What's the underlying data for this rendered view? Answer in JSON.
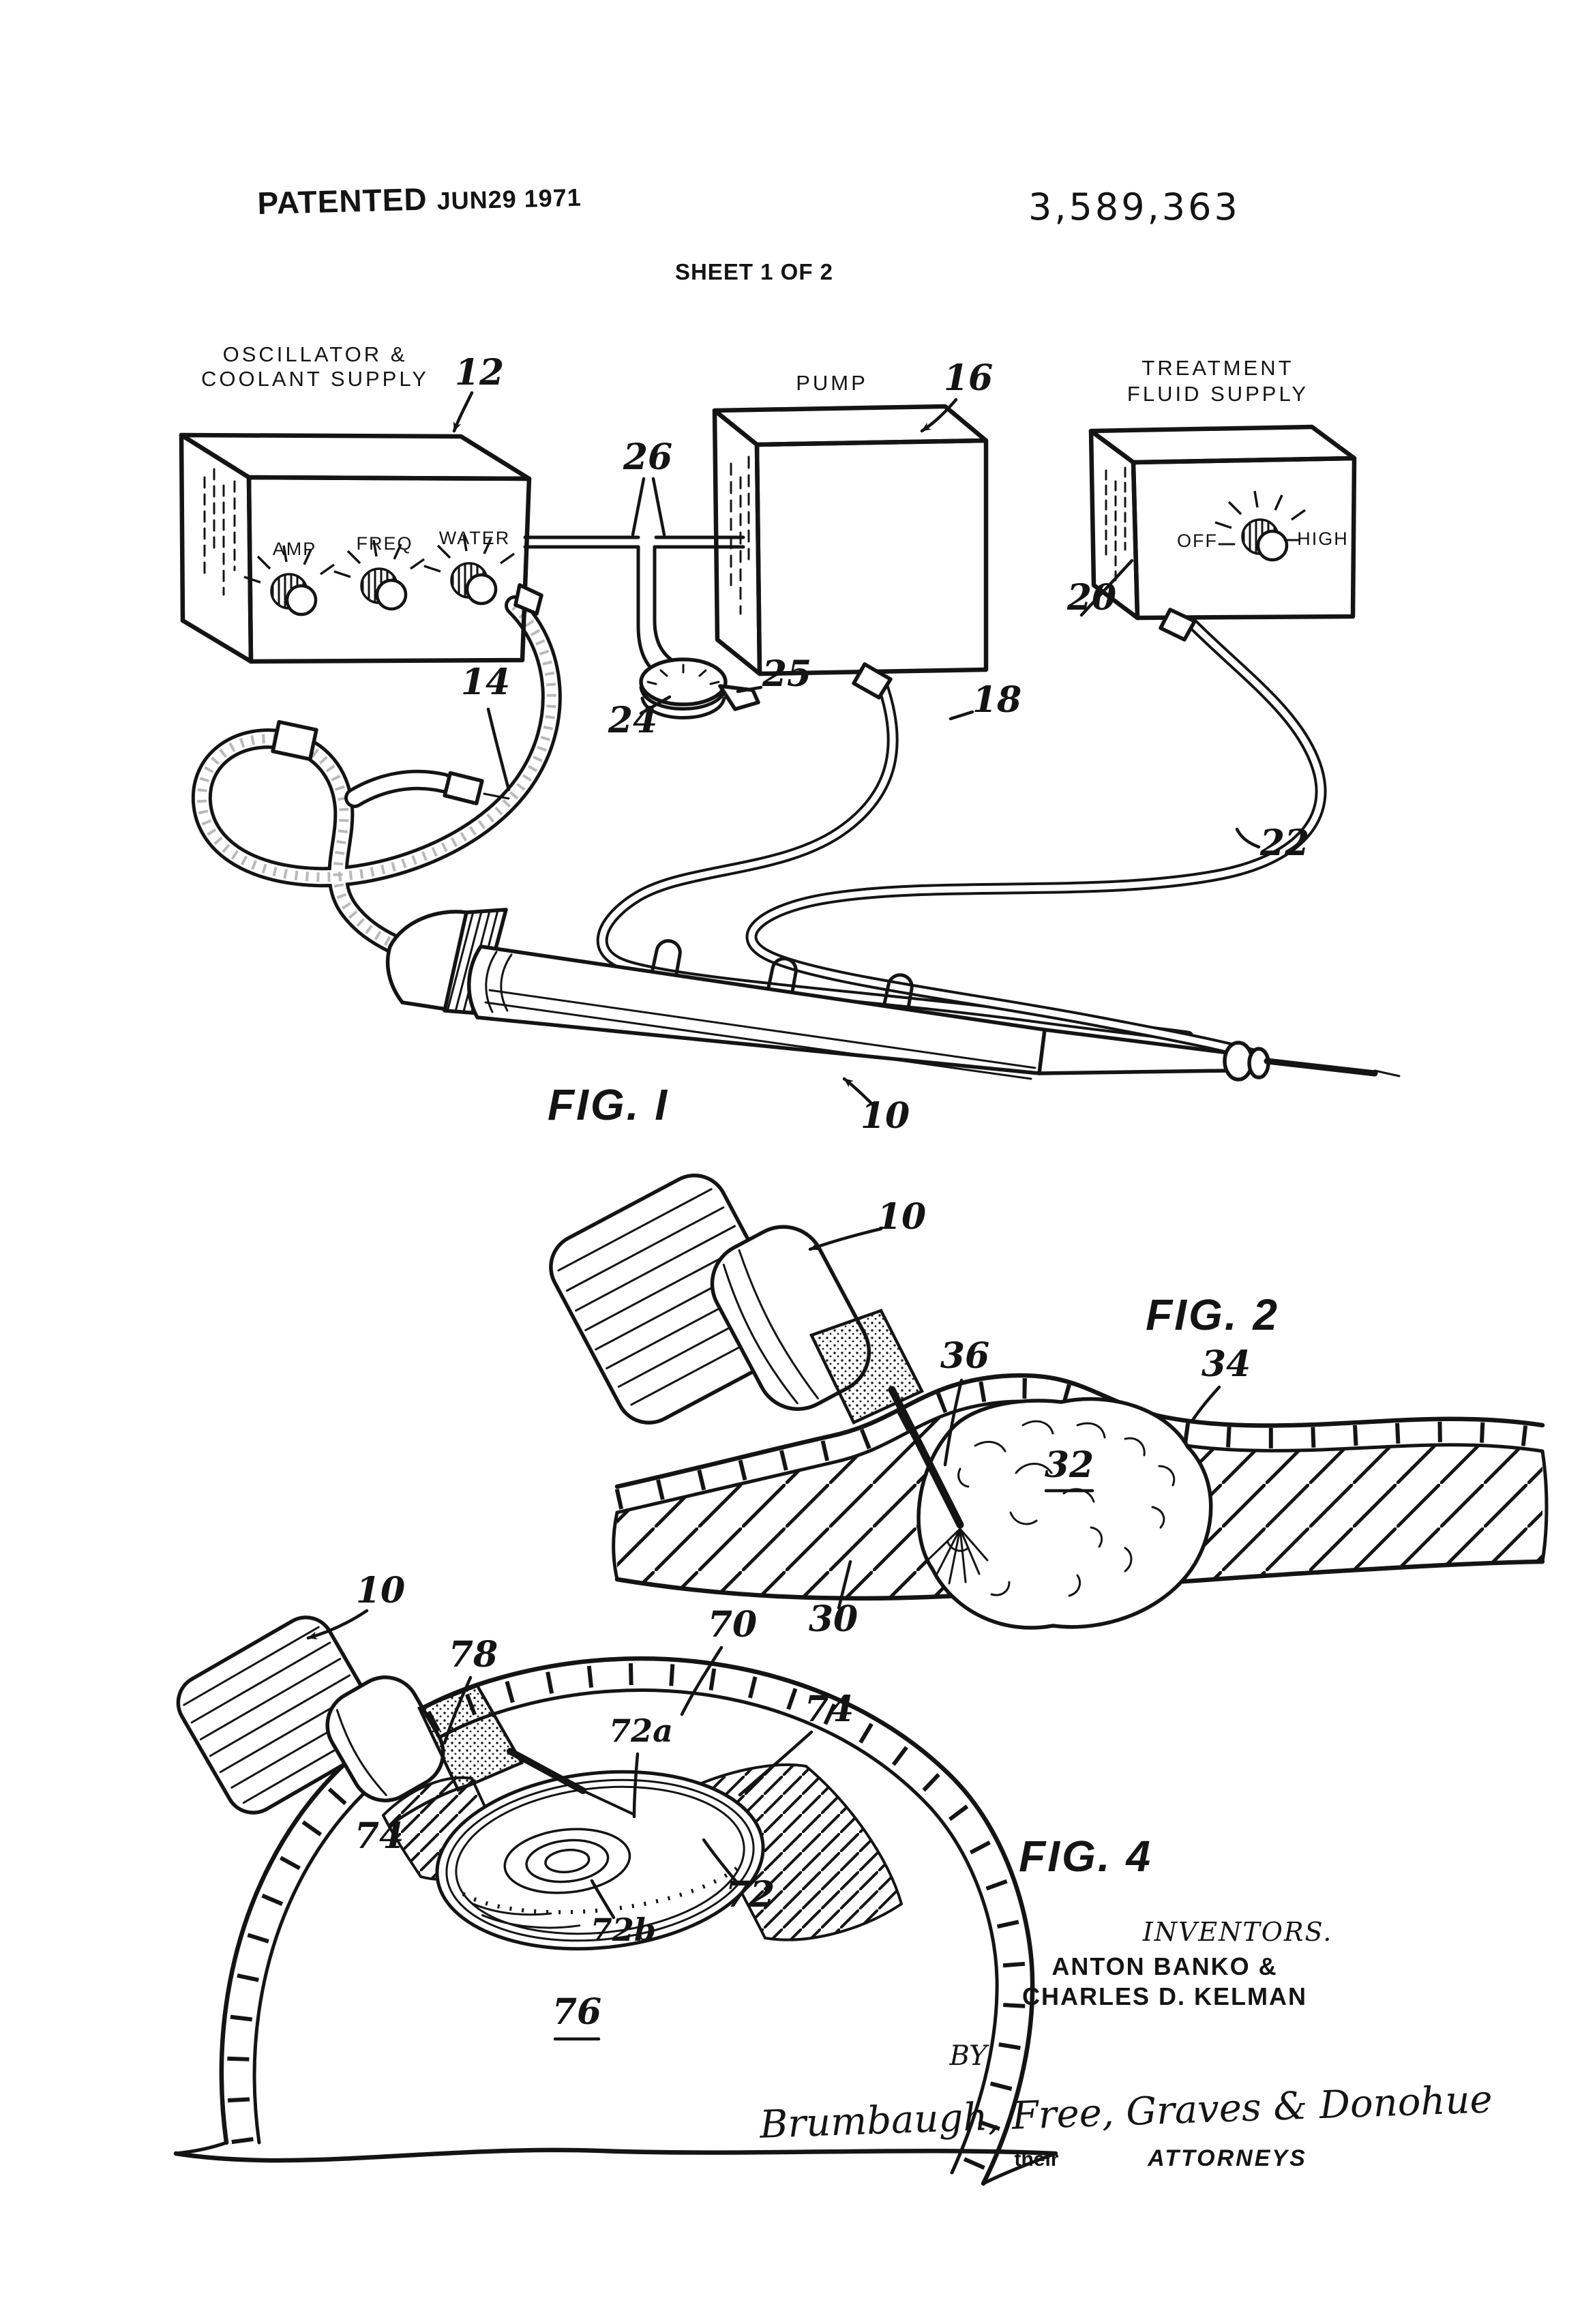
{
  "header": {
    "patented": "PATENTED",
    "date": "JUN29 1971",
    "patent_number": "3,589,363",
    "sheet": "SHEET 1 OF 2"
  },
  "fig1": {
    "caption": "FIG. I",
    "oscillator": {
      "title1": "OSCILLATOR &",
      "title2": "COOLANT SUPPLY",
      "knob1": "AMP",
      "knob2": "FREQ",
      "knob3": "WATER"
    },
    "pump": {
      "title": "PUMP"
    },
    "treatment": {
      "title1": "TREATMENT",
      "title2": "FLUID SUPPLY",
      "switch_left": "OFF",
      "switch_right": "HIGH"
    },
    "refs": {
      "r10": "10",
      "r12": "12",
      "r14": "14",
      "r16": "16",
      "r18": "18",
      "r20": "20",
      "r22": "22",
      "r24": "24",
      "r25": "25",
      "r26": "26"
    }
  },
  "fig2": {
    "caption": "FIG. 2",
    "refs": {
      "r10": "10",
      "r30": "30",
      "r32": "32",
      "r34": "34",
      "r36": "36"
    }
  },
  "fig4": {
    "caption": "FIG. 4",
    "refs": {
      "r10": "10",
      "r70": "70",
      "r72": "72",
      "r72a": "72a",
      "r72b": "72b",
      "r74_left": "74",
      "r74_right": "74",
      "r76": "76",
      "r78": "78"
    }
  },
  "credits": {
    "inventors_heading": "INVENTORS.",
    "inventor1": "ANTON BANKO &",
    "inventor2": "CHARLES D. KELMAN",
    "by": "BY",
    "signature": "Brumbaugh, Free, Graves & Donohue",
    "their": "their",
    "attorneys": "ATTORNEYS"
  },
  "colors": {
    "ink": "#141414",
    "paper": "#ffffff"
  }
}
